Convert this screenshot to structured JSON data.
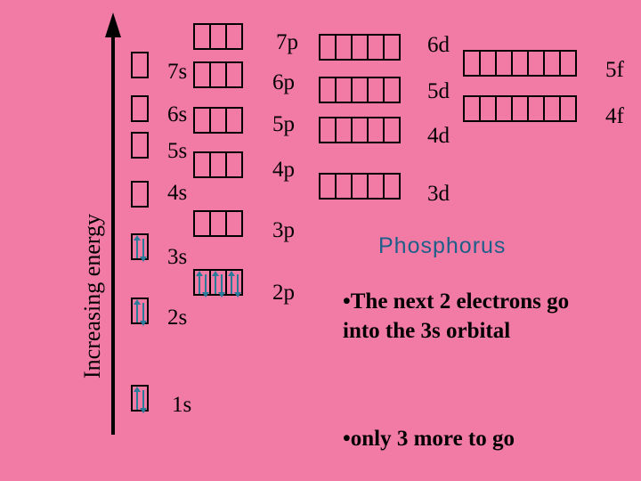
{
  "axis": {
    "label": "Increasing energy"
  },
  "title": "Phosphorus",
  "notes": [
    "•The next 2 electrons go into the 3s orbital",
    "•only 3 more to go"
  ],
  "orbitals": {
    "s": [
      {
        "label": "7s",
        "electrons": [
          0
        ]
      },
      {
        "label": "6s",
        "electrons": [
          0
        ]
      },
      {
        "label": "5s",
        "electrons": [
          0
        ]
      },
      {
        "label": "4s",
        "electrons": [
          0
        ]
      },
      {
        "label": "3s",
        "electrons": [
          2
        ]
      },
      {
        "label": "2s",
        "electrons": [
          2
        ]
      },
      {
        "label": "1s",
        "electrons": [
          2
        ]
      }
    ],
    "p": [
      {
        "label": "7p",
        "electrons": [
          0,
          0,
          0
        ]
      },
      {
        "label": "6p",
        "electrons": [
          0,
          0,
          0
        ]
      },
      {
        "label": "5p",
        "electrons": [
          0,
          0,
          0
        ]
      },
      {
        "label": "4p",
        "electrons": [
          0,
          0,
          0
        ]
      },
      {
        "label": "3p",
        "electrons": [
          0,
          0,
          0
        ]
      },
      {
        "label": "2p",
        "electrons": [
          2,
          2,
          2
        ]
      }
    ],
    "d": [
      {
        "label": "6d",
        "electrons": [
          0,
          0,
          0,
          0,
          0
        ]
      },
      {
        "label": "5d",
        "electrons": [
          0,
          0,
          0,
          0,
          0
        ]
      },
      {
        "label": "4d",
        "electrons": [
          0,
          0,
          0,
          0,
          0
        ]
      },
      {
        "label": "3d",
        "electrons": [
          0,
          0,
          0,
          0,
          0
        ]
      }
    ],
    "f": [
      {
        "label": "5f",
        "electrons": [
          0,
          0,
          0,
          0,
          0,
          0,
          0
        ]
      },
      {
        "label": "4f",
        "electrons": [
          0,
          0,
          0,
          0,
          0,
          0,
          0
        ]
      }
    ]
  },
  "colors": {
    "background": "#f27ba5",
    "electron": "#2a7a9a",
    "title": "#1d5f8a"
  }
}
